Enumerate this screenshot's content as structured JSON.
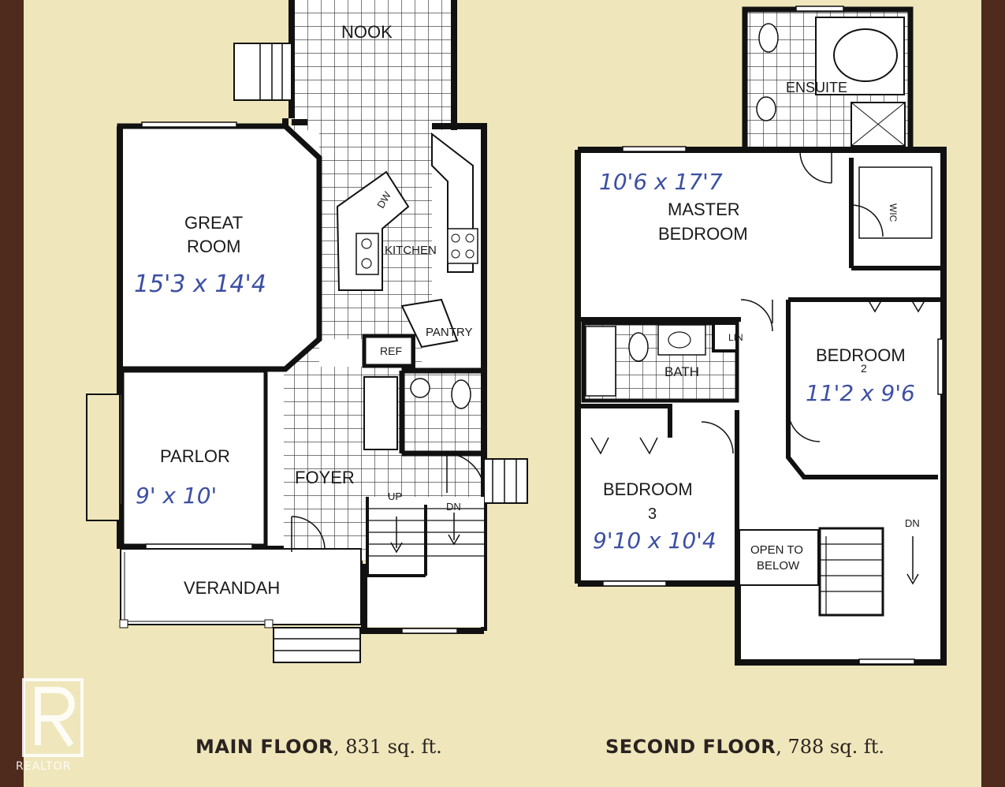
{
  "rooms": {
    "nook": "NOOK",
    "great_room_1": "GREAT",
    "great_room_2": "ROOM",
    "kitchen": "KITCHEN",
    "dw": "DW",
    "pantry": "PANTRY",
    "ref": "REF",
    "parlor": "PARLOR",
    "foyer": "FOYER",
    "up": "UP",
    "dn_main": "DN",
    "verandah": "VERANDAH",
    "ensuite": "ENSUITE",
    "master_1": "MASTER",
    "master_2": "BEDROOM",
    "wic": "WIC",
    "lin": "LIN",
    "bath": "BATH",
    "bedroom2_1": "BEDROOM",
    "bedroom2_2": "2",
    "bedroom3_1": "BEDROOM",
    "bedroom3_2": "3",
    "open_1": "OPEN TO",
    "open_2": "BELOW",
    "dn_second": "DN"
  },
  "dimensions": {
    "great_room": "15'3 x 14'4",
    "parlor": "9' x 10'",
    "master": "10'6 x 17'7",
    "bedroom2": "11'2 x 9'6",
    "bedroom3": "9'10 x 10'4"
  },
  "captions": {
    "main_name": "MAIN FLOOR",
    "main_area": ", 831 sq. ft.",
    "second_name": "SECOND FLOOR",
    "second_area": ", 788 sq. ft."
  },
  "watermark": {
    "text": "REALTOR",
    "color": "#ffffff"
  },
  "colors": {
    "paper": "#efe6bb",
    "wall": "#111111",
    "border": "#4e2b1c",
    "ink": "#3c4fa3"
  }
}
